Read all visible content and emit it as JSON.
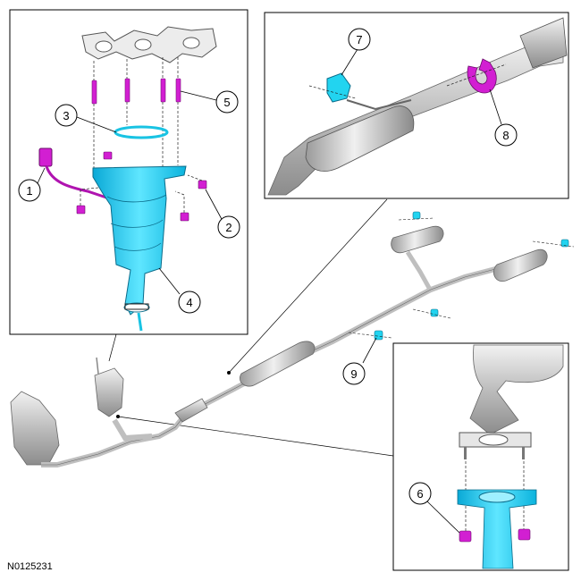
{
  "figure_id": "N0125231",
  "callouts": {
    "c1": "1",
    "c2": "2",
    "c3": "3",
    "c4": "4",
    "c5": "5",
    "c6": "6",
    "c7": "7",
    "c8": "8",
    "c9": "9"
  },
  "colors": {
    "highlight_cyan": "#22d4f0",
    "highlight_magenta": "#d21fd2",
    "metal_gray": "#c9c9c9",
    "outline": "#1a1a1a"
  },
  "icons": [
    "exhaust-manifold-icon",
    "catalytic-converter-icon",
    "oxygen-sensor-icon",
    "gasket-ring-icon",
    "stud-icon",
    "nut-icon",
    "rubber-isolator-icon",
    "clamp-icon",
    "muffler-icon",
    "resonator-icon",
    "flange-icon"
  ]
}
